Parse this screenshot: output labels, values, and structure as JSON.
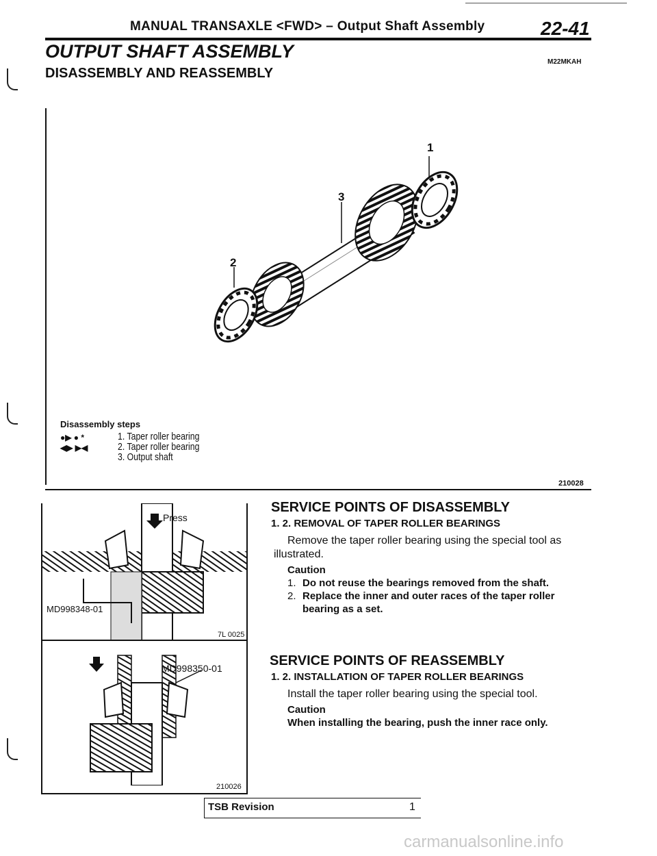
{
  "header": {
    "title": "MANUAL TRANSAXLE <FWD> – Output Shaft Assembly",
    "page": "22-41"
  },
  "section": {
    "title": "OUTPUT SHAFT ASSEMBLY",
    "code": "M22MKAH",
    "subtitle": "DISASSEMBLY AND REASSEMBLY"
  },
  "figure_main": {
    "callouts": [
      "1",
      "2",
      "3"
    ],
    "code": "210028"
  },
  "steps": {
    "title": "Disassembly steps",
    "items": [
      {
        "marks": "●▶ ● *",
        "text": "1. Taper roller bearing"
      },
      {
        "marks": "◀▶ ▶◀",
        "text": "2. Taper roller bearing"
      },
      {
        "marks": "",
        "text": "3. Output shaft"
      }
    ]
  },
  "figure_a": {
    "press_label": "Press",
    "tool_label": "MD998348-01",
    "code": "7L 0025"
  },
  "figure_b": {
    "tool_label": "MD998350-01",
    "code": "210026"
  },
  "disassembly": {
    "heading": "SERVICE POINTS OF DISASSEMBLY",
    "subheading": "1. 2. REMOVAL OF TAPER ROLLER BEARINGS",
    "body_line1": "Remove the taper roller bearing using the special tool as",
    "body_line2": "illustrated.",
    "caution_label": "Caution",
    "caution_1_num": "1.",
    "caution_1": "Do not reuse the bearings removed from the shaft.",
    "caution_2_num": "2.",
    "caution_2a": "Replace the inner and outer races of the taper roller",
    "caution_2b": "bearing as a set."
  },
  "reassembly": {
    "heading": "SERVICE POINTS OF REASSEMBLY",
    "subheading": "1. 2. INSTALLATION OF TAPER ROLLER BEARINGS",
    "body": "Install the taper roller bearing using the special tool.",
    "caution_label": "Caution",
    "caution": "When installing the bearing, push the inner race only."
  },
  "footer": {
    "tsb_label": "TSB Revision",
    "tsb_value": "1"
  },
  "watermark": "carmanualsonline.info"
}
